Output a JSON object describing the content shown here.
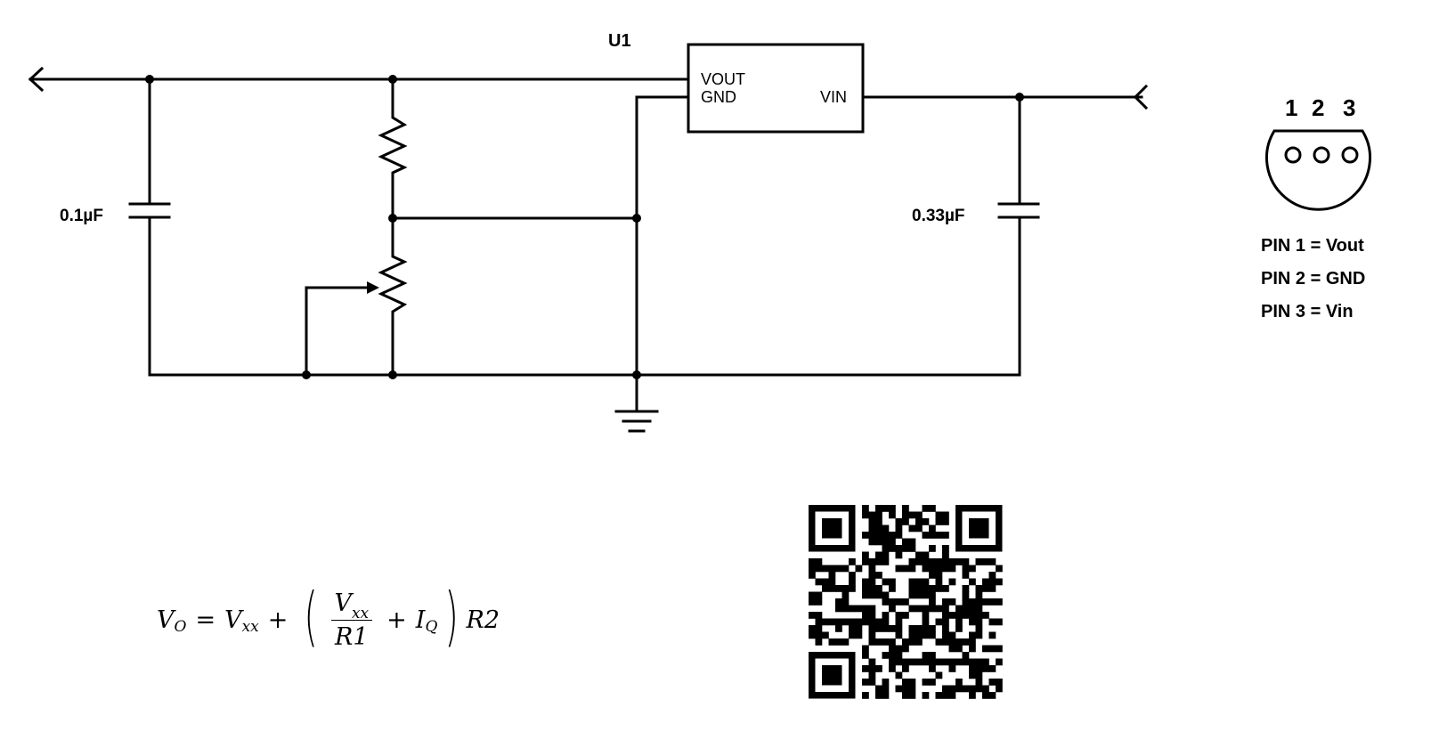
{
  "schematic": {
    "regulator": {
      "ref": "U1",
      "pins": {
        "vout": "VOUT",
        "gnd": "GND",
        "vin": "VIN"
      }
    },
    "capacitors": {
      "output": "0.1µF",
      "input": "0.33µF"
    }
  },
  "package": {
    "pin_numbers": [
      "1",
      "2",
      "3"
    ],
    "pin_map": [
      "PIN 1 = Vout",
      "PIN 2 = GND",
      "PIN 3 = Vin"
    ]
  },
  "formula": {
    "lhs": "V",
    "lhs_sub": "O",
    "eq": "=",
    "term1": "V",
    "term1_sub": "xx",
    "plus": "+",
    "num": "V",
    "num_sub": "xx",
    "den": "R1",
    "iq": "I",
    "iq_sub": "Q",
    "r2": "R2"
  },
  "qr_code": {
    "content": "unreadable QR code"
  }
}
